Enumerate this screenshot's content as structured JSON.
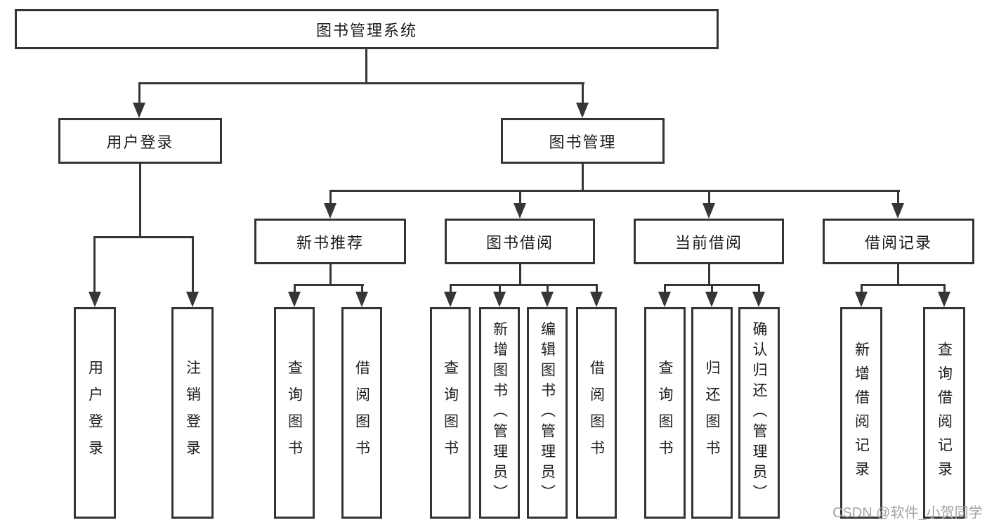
{
  "diagram": {
    "root": {
      "label": "图书管理系统"
    },
    "level2": [
      {
        "label": "用户登录"
      },
      {
        "label": "图书管理"
      }
    ],
    "level3": [
      {
        "label": "新书推荐"
      },
      {
        "label": "图书借阅"
      },
      {
        "label": "当前借阅"
      },
      {
        "label": "借阅记录"
      }
    ],
    "leaves": {
      "user": [
        "用户登录",
        "注销登录"
      ],
      "recommend": [
        "查询图书",
        "借阅图书"
      ],
      "borrow": [
        "查询图书",
        "新增图书（管理员）",
        "编辑图书（管理员）",
        "借阅图书"
      ],
      "current": [
        "查询图书",
        "归还图书",
        "确认归还（管理员）"
      ],
      "records": [
        "新增借阅记录",
        "查询借阅记录"
      ]
    }
  },
  "watermark": {
    "text": "CSDN @软件_小贺同学"
  },
  "colors": {
    "line": "#363636",
    "text": "#1c1c1c",
    "watermark": "#a3a3a3",
    "background": "#ffffff"
  }
}
